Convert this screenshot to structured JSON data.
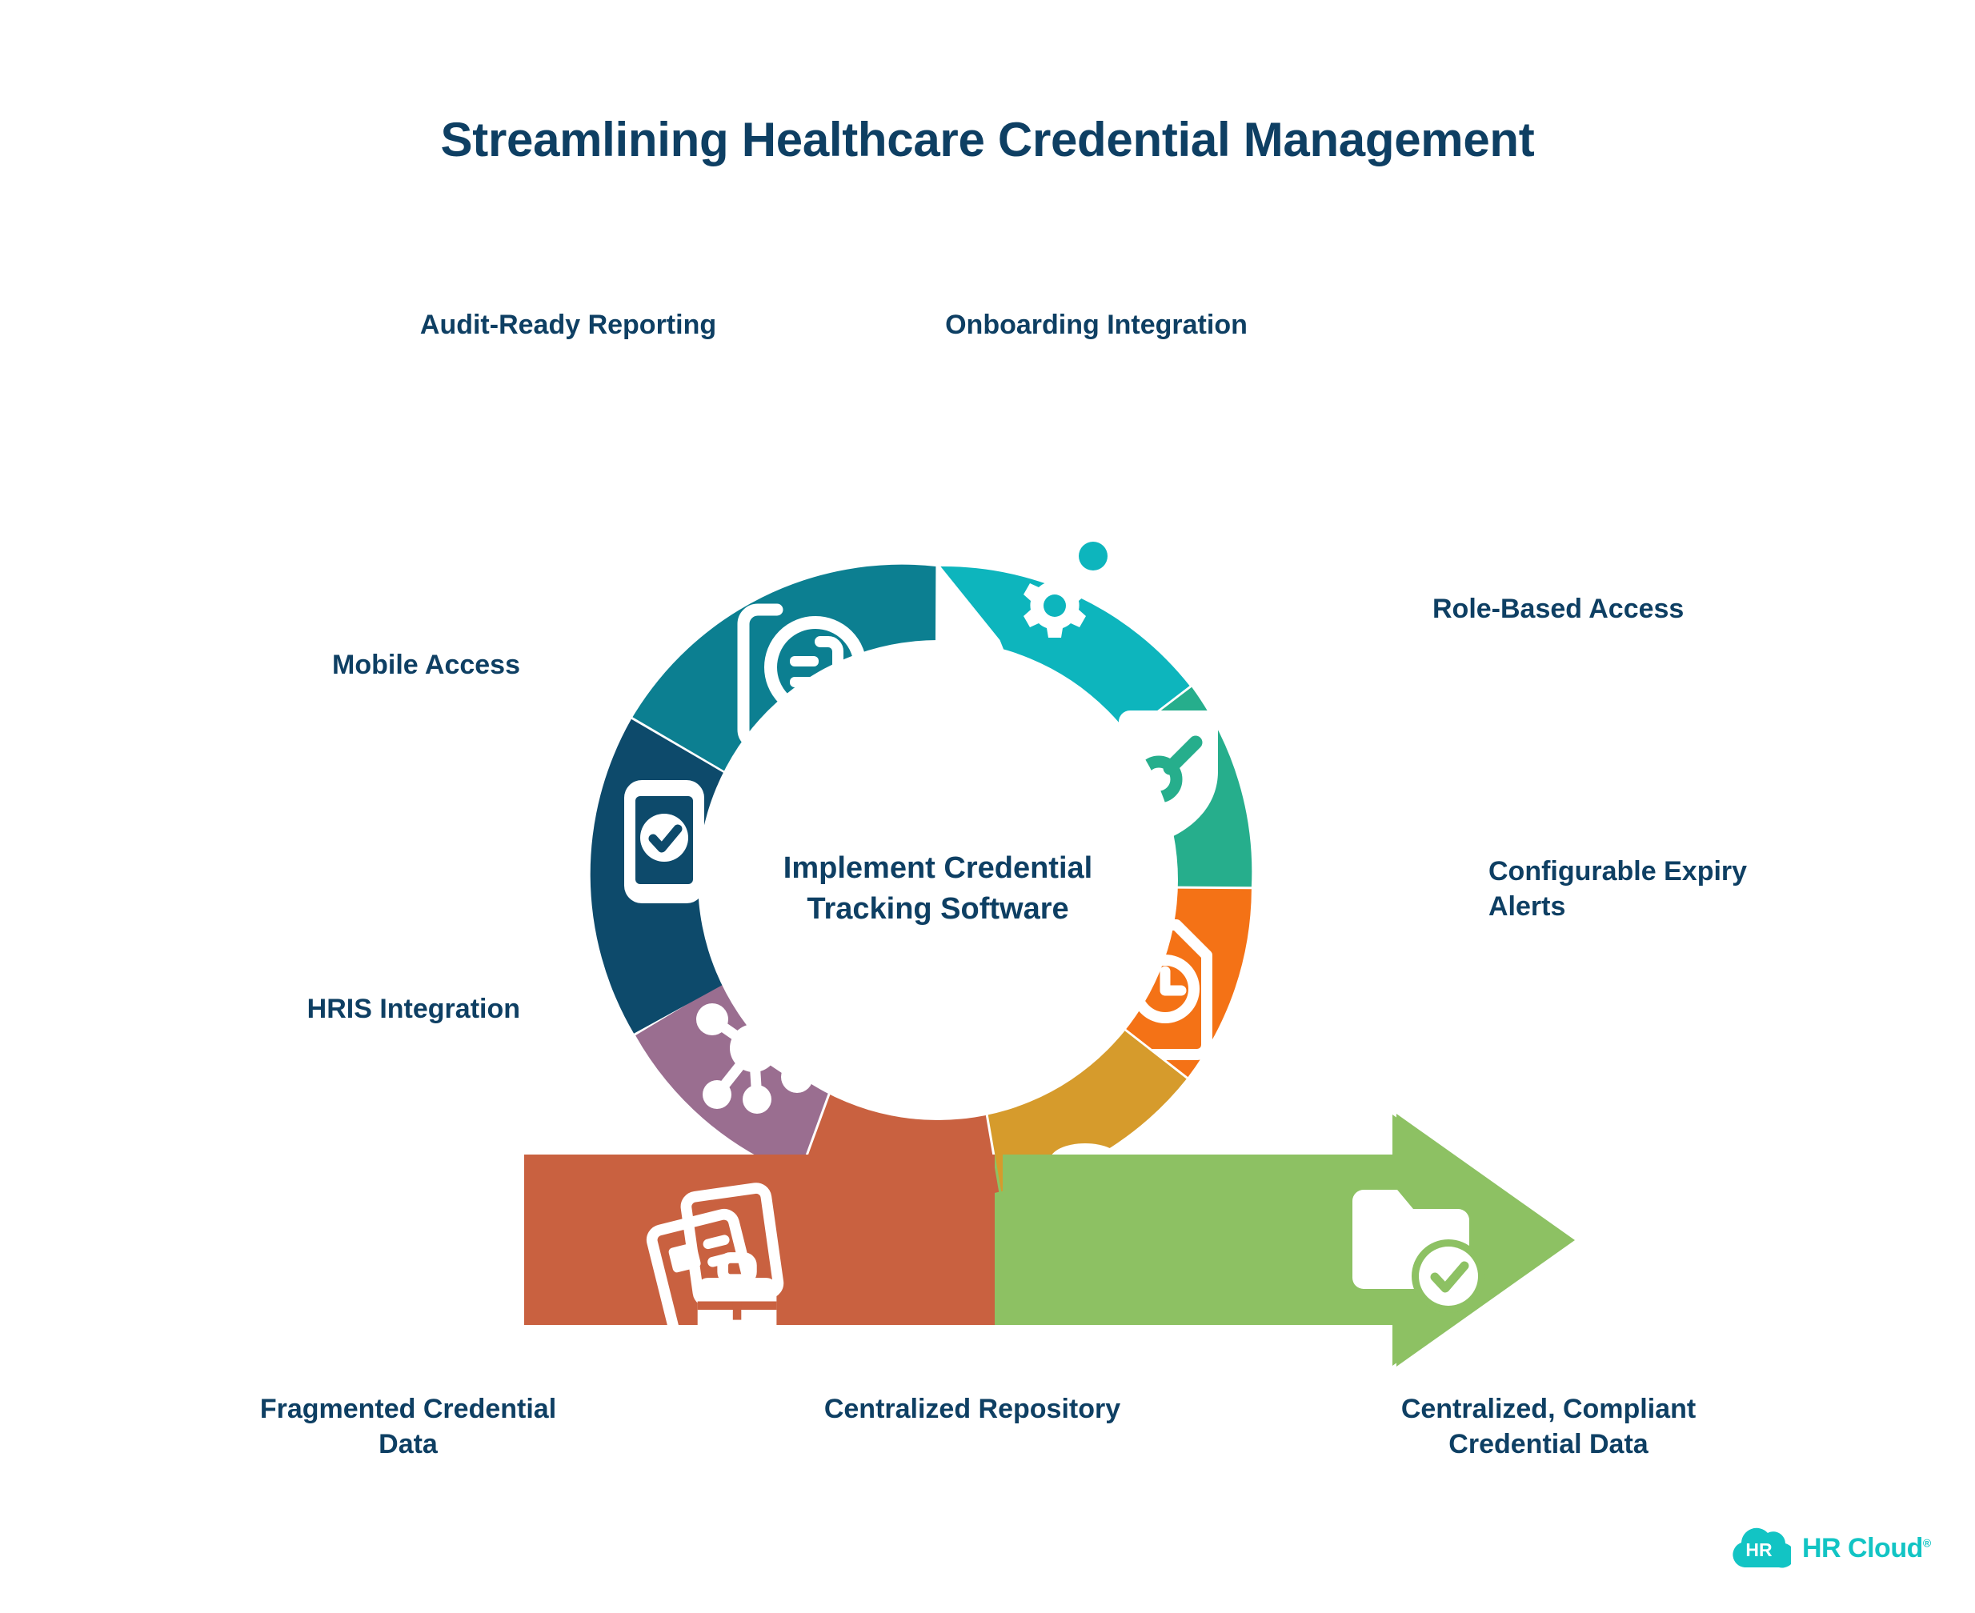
{
  "page": {
    "title": "Streamlining Healthcare Credential Management",
    "background_color": "#FFFFFF",
    "text_color": "#0E3F63"
  },
  "center": {
    "text": "Implement Credential\nTracking Software"
  },
  "labels": {
    "audit": "Audit-Ready Reporting",
    "onboarding": "Onboarding Integration",
    "role": "Role-Based Access",
    "expiry": "Configurable Expiry\nAlerts",
    "mobile": "Mobile Access",
    "hris": "HRIS Integration",
    "fragmented": "Fragmented Credential\nData",
    "repository": "Centralized Repository",
    "compliant": "Centralized, Compliant\nCredential Data"
  },
  "chart_data": {
    "type": "pie",
    "title": "Streamlining Healthcare Credential Management",
    "center_label": "Implement Credential Tracking Software",
    "legend_position": "around",
    "segments": [
      {
        "label": "Onboarding Integration",
        "color": "#0DB5BD",
        "icon": "gears-icon",
        "start_angle": -90,
        "end_angle": -37
      },
      {
        "label": "Role-Based Access",
        "color": "#26AE8C",
        "icon": "shield-key-icon",
        "start_angle": -37,
        "end_angle": 16
      },
      {
        "label": "Configurable Expiry Alerts",
        "color": "#F47216",
        "icon": "document-clock-alert-icon",
        "start_angle": 16,
        "end_angle": 69
      },
      {
        "label": "Centralized Repository",
        "color": "#D69B2C",
        "icon": "database-document-icon",
        "start_angle": 69,
        "end_angle": 122
      },
      {
        "label": "Fragmented Credential Data",
        "color": "#C96140",
        "icon": "id-cards-briefcase-icon",
        "start_angle": 122,
        "end_angle": 175
      },
      {
        "label": "HRIS Integration",
        "color": "#9A6E90",
        "icon": "network-nodes-icon",
        "start_angle": 175,
        "end_angle": 228
      },
      {
        "label": "Mobile Access",
        "color": "#0D4A6B",
        "icon": "mobile-check-icon",
        "start_angle": 228,
        "end_angle": 281
      },
      {
        "label": "Audit-Ready Reporting",
        "color": "#0C7F91",
        "icon": "document-search-icon",
        "start_angle": 281,
        "end_angle": 334
      }
    ],
    "input_bar": {
      "label": "Fragmented Credential Data",
      "color": "#C96140",
      "icon": "id-cards-briefcase-icon"
    },
    "output_arrow": {
      "label": "Centralized, Compliant Credential Data",
      "color": "#8DC163",
      "icon": "folder-check-icon"
    }
  },
  "brand": {
    "name": "HR Cloud",
    "mark_text": "HR",
    "registered_mark": "®",
    "color": "#12C4C4"
  }
}
